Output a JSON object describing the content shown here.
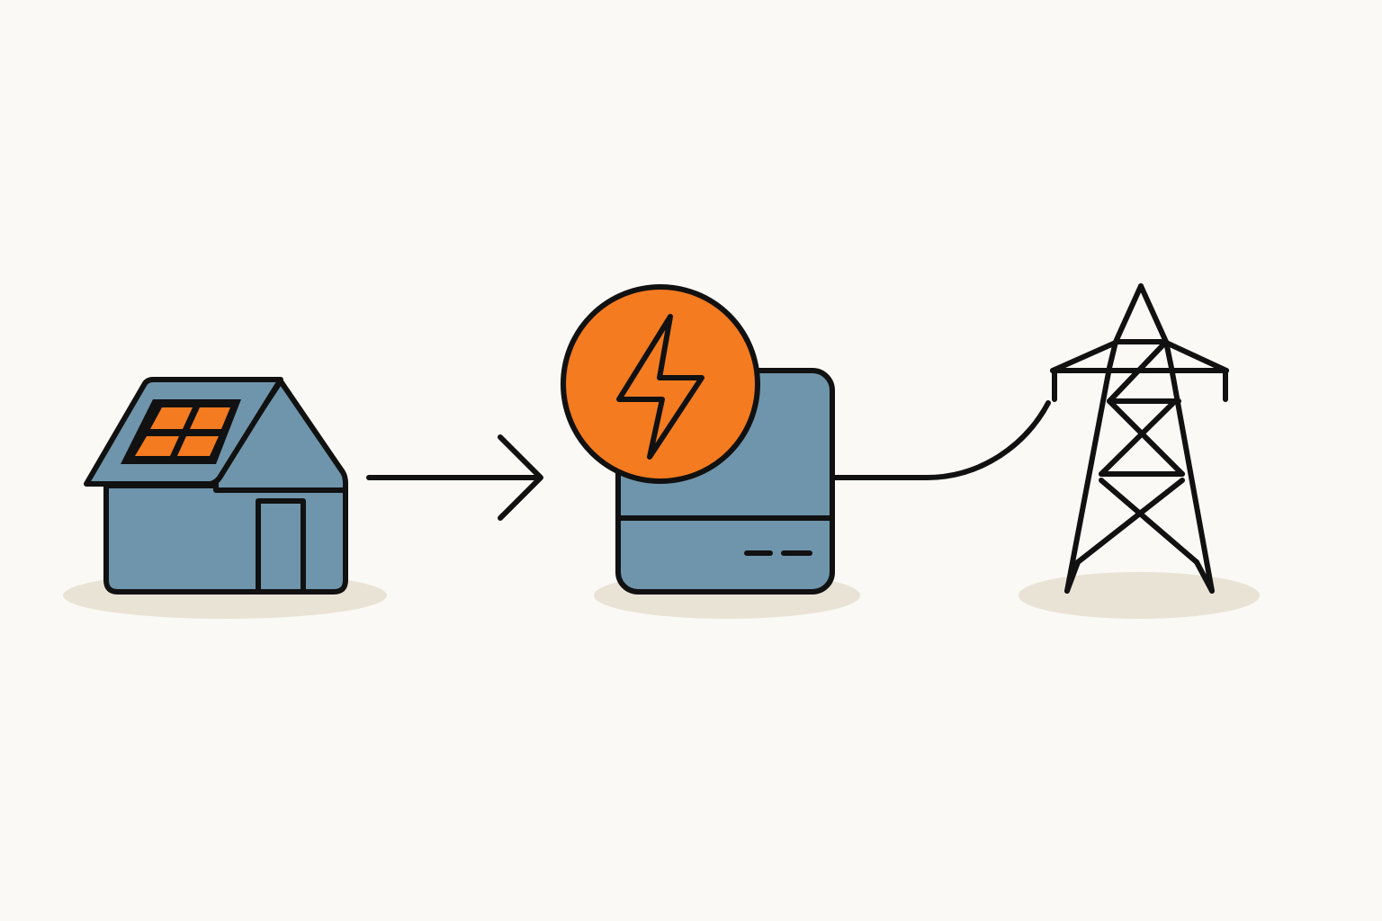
{
  "diagram": {
    "title": "",
    "nodes": [
      {
        "id": "house",
        "icon": "house-with-solar-panel-icon"
      },
      {
        "id": "inverter",
        "icon": "inverter-with-lightning-badge-icon"
      },
      {
        "id": "grid",
        "icon": "transmission-tower-icon"
      }
    ],
    "connections": [
      {
        "from": "house",
        "to": "inverter",
        "style": "arrow"
      },
      {
        "from": "inverter",
        "to": "grid",
        "style": "cable"
      }
    ]
  },
  "colors": {
    "background": "#faf9f5",
    "body": "#6f95ac",
    "accent": "#f47b20",
    "outline": "#111111",
    "shadow": "#e9e3d6"
  }
}
